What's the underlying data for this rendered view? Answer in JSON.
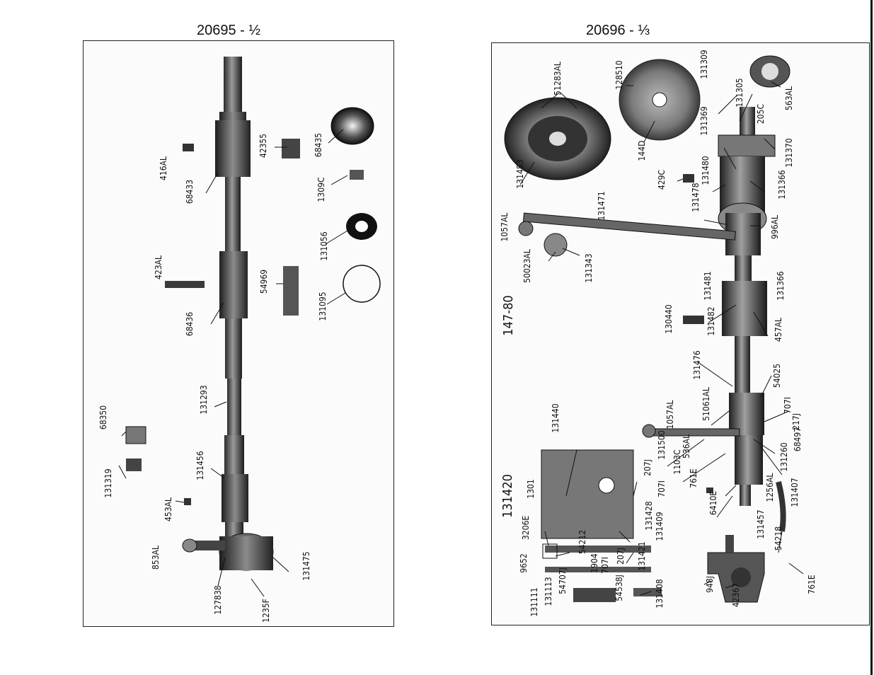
{
  "left_page": {
    "title": "20695 - ½",
    "parts": [
      "416AL",
      "68433",
      "42355",
      "68435",
      "1309C",
      "131056",
      "423AL",
      "68436",
      "54969",
      "131095",
      "131293",
      "68350",
      "131319",
      "131456",
      "453AL",
      "853AL",
      "127838",
      "1235F",
      "131475"
    ]
  },
  "right_page": {
    "title": "20696 - ⅓",
    "plate_number": "147-80",
    "figure_number": "131420",
    "parts": [
      "51283AL",
      "128510",
      "131309",
      "131305",
      "563AL",
      "131483",
      "144D",
      "131369",
      "205C",
      "131370",
      "429C",
      "131480",
      "131366",
      "131478",
      "131471",
      "1057AL",
      "996AL",
      "50023AL",
      "131343",
      "131481",
      "131366",
      "130440",
      "131482",
      "457AL",
      "131476",
      "54025",
      "131440",
      "51061AL",
      "1057AL",
      "707I",
      "217J",
      "131500",
      "68497",
      "1103C",
      "536AL",
      "131260",
      "207J",
      "707I",
      "761E",
      "131428",
      "1256AL",
      "6410E",
      "131407",
      "131409",
      "131457",
      "54218",
      "1301",
      "3206E",
      "1904",
      "54212",
      "9652",
      "707I",
      "207J",
      "131421",
      "54707J",
      "54538J",
      "131111",
      "131113",
      "131408",
      "948J",
      "42367",
      "761E"
    ]
  }
}
